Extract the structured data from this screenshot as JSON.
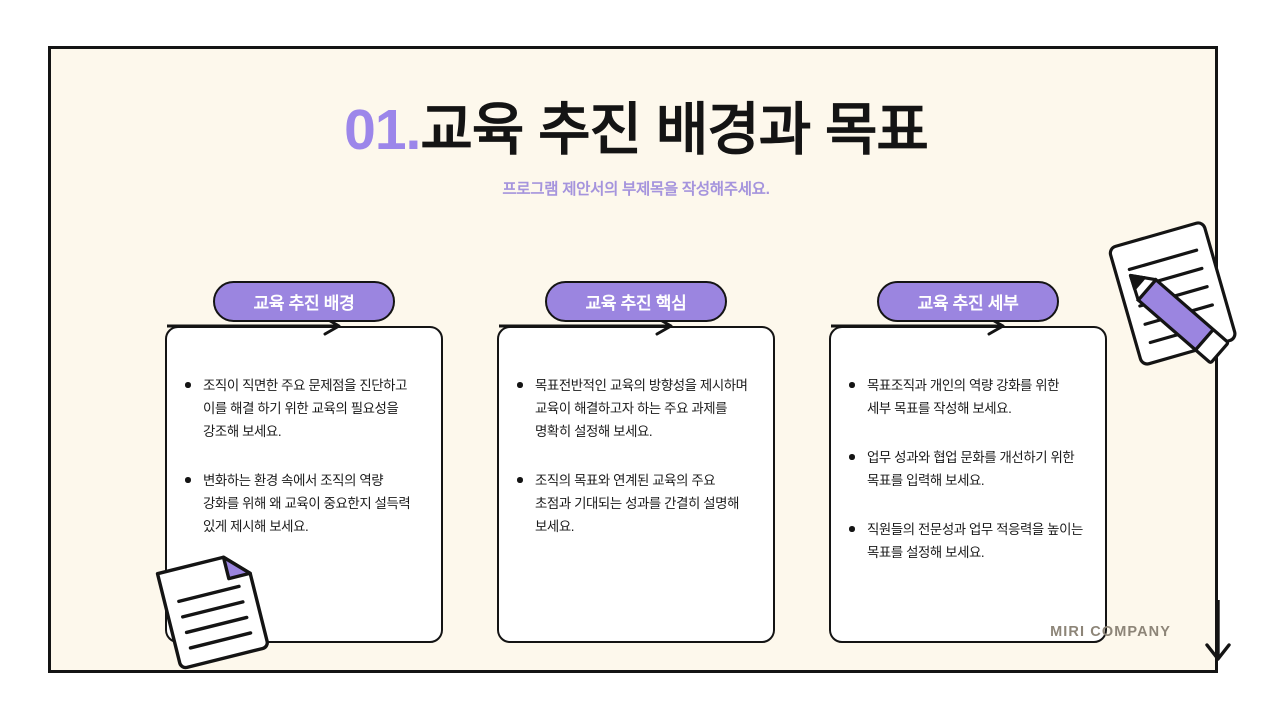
{
  "slide": {
    "background_outer": "#ffffff",
    "background_inner": "#fdf8ec",
    "frame_color": "#141414",
    "accent_purple": "#9b85e0",
    "accent_purple_light": "#9c86ea",
    "subtitle_purple": "#a594dd"
  },
  "heading": {
    "number": "01.",
    "title": "교육 추진 배경과 목표",
    "subtitle": "프로그램 제안서의 부제목을 작성해주세요."
  },
  "cards": [
    {
      "badge": "교육 추진 배경",
      "bullets": [
        "조직이 직면한 주요 문제점을 진단하고 이를 해결 하기 위한 교육의 필요성을 강조해 보세요.",
        "변화하는 환경 속에서 조직의 역량 강화를 위해 왜 교육이 중요한지 설득력 있게 제시해 보세요."
      ]
    },
    {
      "badge": "교육 추진 핵심",
      "bullets": [
        "목표전반적인 교육의 방향성을 제시하며 교육이 해결하고자 하는 주요 과제를 명확히 설정해 보세요.",
        "조직의 목표와 연계된 교육의 주요 초점과 기대되는 성과를 간결히 설명해 보세요."
      ]
    },
    {
      "badge": "교육 추진 세부",
      "bullets": [
        "목표조직과 개인의 역량 강화를 위한 세부 목표를 작성해 보세요.",
        "업무 성과와 협업 문화를 개선하기 위한 목표를 입력해 보세요.",
        "직원들의 전문성과 업무 적응력을 높이는 목표를 설정해 보세요."
      ]
    }
  ],
  "footer": {
    "brand": "MIRI COMPANY"
  },
  "decorations": {
    "top_right": "paper-and-pencil-illustration",
    "bottom_left": "paper-document-illustration",
    "frame_arrow": "down-arrow"
  }
}
